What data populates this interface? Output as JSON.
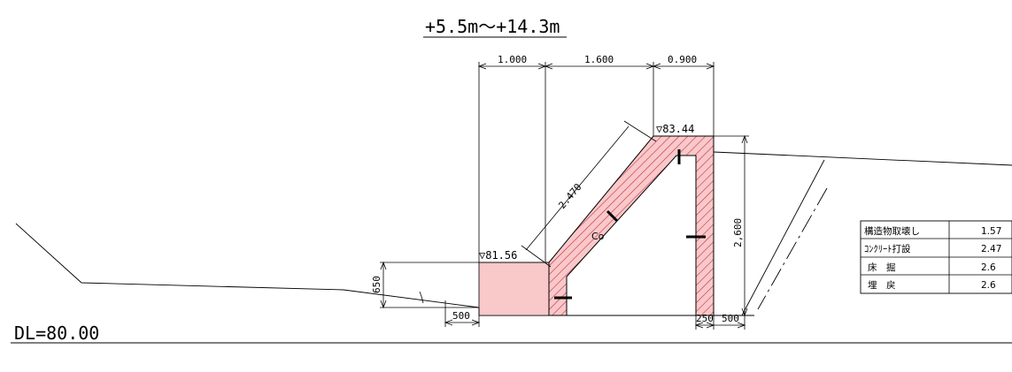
{
  "title": "+5.5m～+14.3m",
  "datum": "DL=80.00",
  "dimensions": {
    "top_left": "1.000",
    "top_mid": "1.600",
    "top_right": "0.900",
    "slope": "2.470",
    "height_right": "2,600",
    "height_left": "650",
    "bottom_left": "500",
    "bottom_wall": "250",
    "bottom_right": "500"
  },
  "elevations": {
    "top": "▽83.44",
    "left": "▽81.56"
  },
  "material_label": "Co",
  "quantity_table": {
    "rows": [
      {
        "label": "構造物取壊し",
        "value": "1.57"
      },
      {
        "label": "ｺﾝｸﾘｰﾄ打設",
        "value": "2.47"
      },
      {
        "label": "床　掘",
        "value": "2.6"
      },
      {
        "label": "埋　戻",
        "value": "2.6"
      }
    ]
  },
  "colors": {
    "line": "#000000",
    "fill": "#f9c8c8",
    "hatch": "#c0304a"
  }
}
